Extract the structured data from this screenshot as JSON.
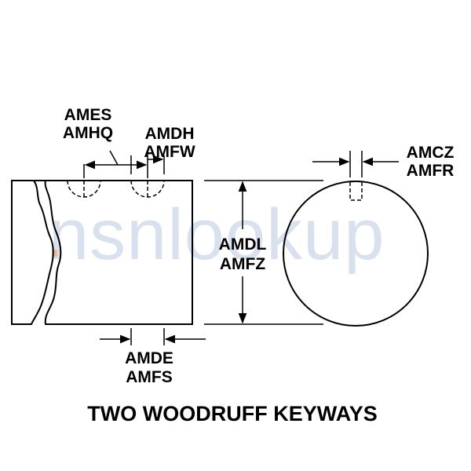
{
  "title": "TWO WOODRUFF KEYWAYS",
  "watermark": "nsnlookup",
  "dimensions": {
    "keyway_spacing": [
      "AMES",
      "AMHQ"
    ],
    "keyway_length": [
      "AMDH",
      "AMFW"
    ],
    "keyway_width": [
      "AMCZ",
      "AMFR"
    ],
    "shaft_diameter": [
      "AMDL",
      "AMFZ"
    ],
    "end_distance": [
      "AMDE",
      "AMFS"
    ]
  },
  "colors": {
    "line": "#000000",
    "watermark": "#a9bdd6",
    "watermark_accent": "#f2a45a",
    "background": "#ffffff"
  }
}
